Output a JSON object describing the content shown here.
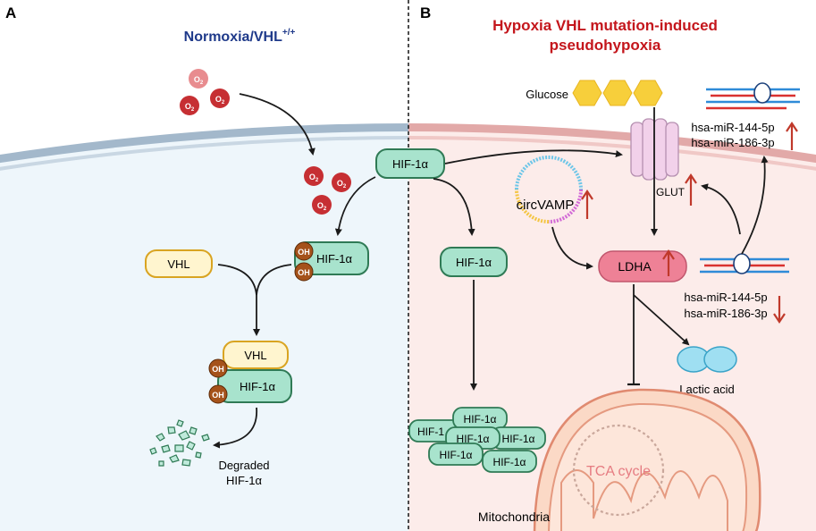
{
  "panel_a": {
    "letter": "A",
    "title": "Normoxia/VHL",
    "title_sup": "+/+",
    "o2_label": "O",
    "o2_sub": "2",
    "vhl": "VHL",
    "hif": "HIF-1α",
    "oh": "OH",
    "degraded_line1": "Degraded",
    "degraded_line2": "HIF-1α"
  },
  "panel_b": {
    "letter": "B",
    "title_line1": "Hypoxia VHL mutation-induced",
    "title_line2": "pseudohypoxia",
    "glucose": "Glucose",
    "glut": "GLUT",
    "hif": "HIF-1α",
    "hif_partial": "HIF-1",
    "circvamp": "circVAMP",
    "ldha": "LDHA",
    "mir_up_1": "hsa-miR-144-5p",
    "mir_up_2": "hsa-miR-186-3p",
    "mir_down_1": "hsa-miR-144-5p",
    "mir_down_2": "hsa-miR-186-3p",
    "lactic": "Lactic acid",
    "tca": "TCA cycle",
    "mito": "Mitochondria"
  },
  "colors": {
    "left_bg": "#eef6fb",
    "right_bg": "#fcecea",
    "membrane_left": "#9fb5c9",
    "membrane_right": "#e3a9a8",
    "hif_fill": "#a8e3cd",
    "hif_stroke": "#2f7a55",
    "vhl_fill": "#fff5cf",
    "vhl_stroke": "#d9a421",
    "oh_fill": "#a5521a",
    "o2_fill": "#c62f33",
    "o2_light": "#e88c8f",
    "ldha_fill": "#ee8196",
    "glucose": "#f7cf3b",
    "title_a": "#1f3a8a",
    "title_b": "#c4161c",
    "up_arrow": "#c0392b"
  }
}
